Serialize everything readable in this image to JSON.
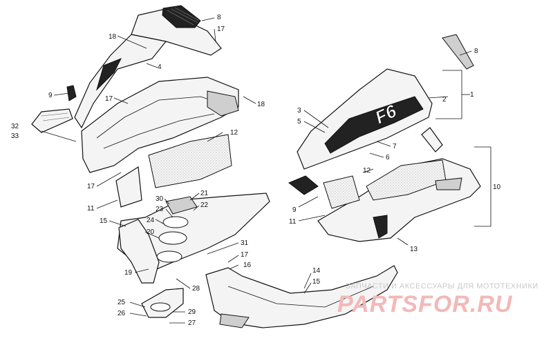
{
  "watermark": {
    "tagline": "ЗАПЧАСТИ И АКСЕССУАРЫ ДЛЯ МОТОТЕХНИКИ",
    "brand": "PARTSFOR.RU",
    "color": "#f3b8b8"
  },
  "decal_text": "F6",
  "callouts": {
    "c1": "1",
    "c2": "2",
    "c3": "3",
    "c4": "4",
    "c5": "5",
    "c6": "6",
    "c7": "7",
    "c8a": "8",
    "c8b": "8",
    "c9a": "9",
    "c9b": "9",
    "c10": "10",
    "c11a": "11",
    "c11b": "11",
    "c12a": "12",
    "c12b": "12",
    "c13": "13",
    "c14": "14",
    "c15a": "15",
    "c15b": "15",
    "c16": "16",
    "c17a": "17",
    "c17b": "17",
    "c17c": "17",
    "c17d": "17",
    "c18a": "18",
    "c18b": "18",
    "c19": "19",
    "c20": "20",
    "c21": "21",
    "c22": "22",
    "c23": "23",
    "c24": "24",
    "c25": "25",
    "c26": "26",
    "c27": "27",
    "c28": "28",
    "c29": "29",
    "c30": "30",
    "c31": "31",
    "c32": "32",
    "c33": "33"
  }
}
